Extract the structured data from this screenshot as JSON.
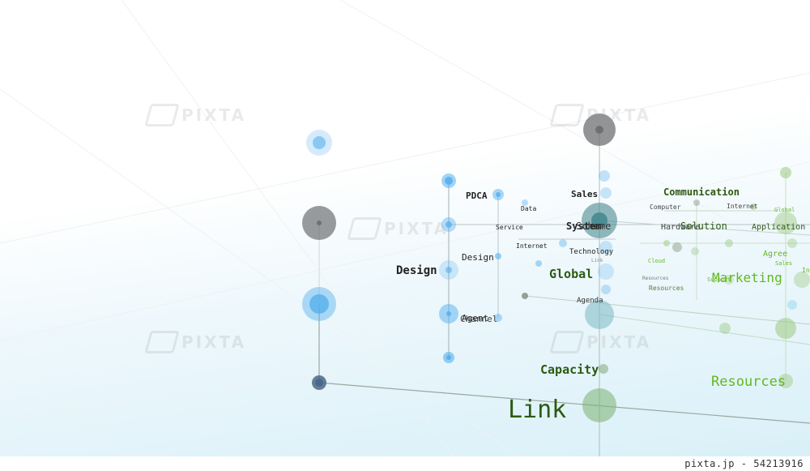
{
  "watermark": {
    "text": "PIXTA"
  },
  "credit": {
    "text": "pixta.jp - 54213916"
  },
  "colors": {
    "dark_green": "#2c5a12",
    "light_green": "#64b81e",
    "blue": "#56b0ee",
    "gray": "#6e7072"
  },
  "labels": [
    "PDCA",
    "Data",
    "Service",
    "Internet",
    "Design",
    "Design",
    "Agent",
    "Channel",
    "Sales",
    "System",
    "Scheme",
    "Technology",
    "Link",
    "Global",
    "Agenda",
    "Capacity",
    "Link",
    "Communication",
    "Computer",
    "Internet",
    "Hardware",
    "Solution",
    "Global",
    "Application",
    "Agree",
    "Sales",
    "Cloud",
    "Resources",
    "Resources",
    "Marketing",
    "Resources",
    "Support",
    "In"
  ]
}
